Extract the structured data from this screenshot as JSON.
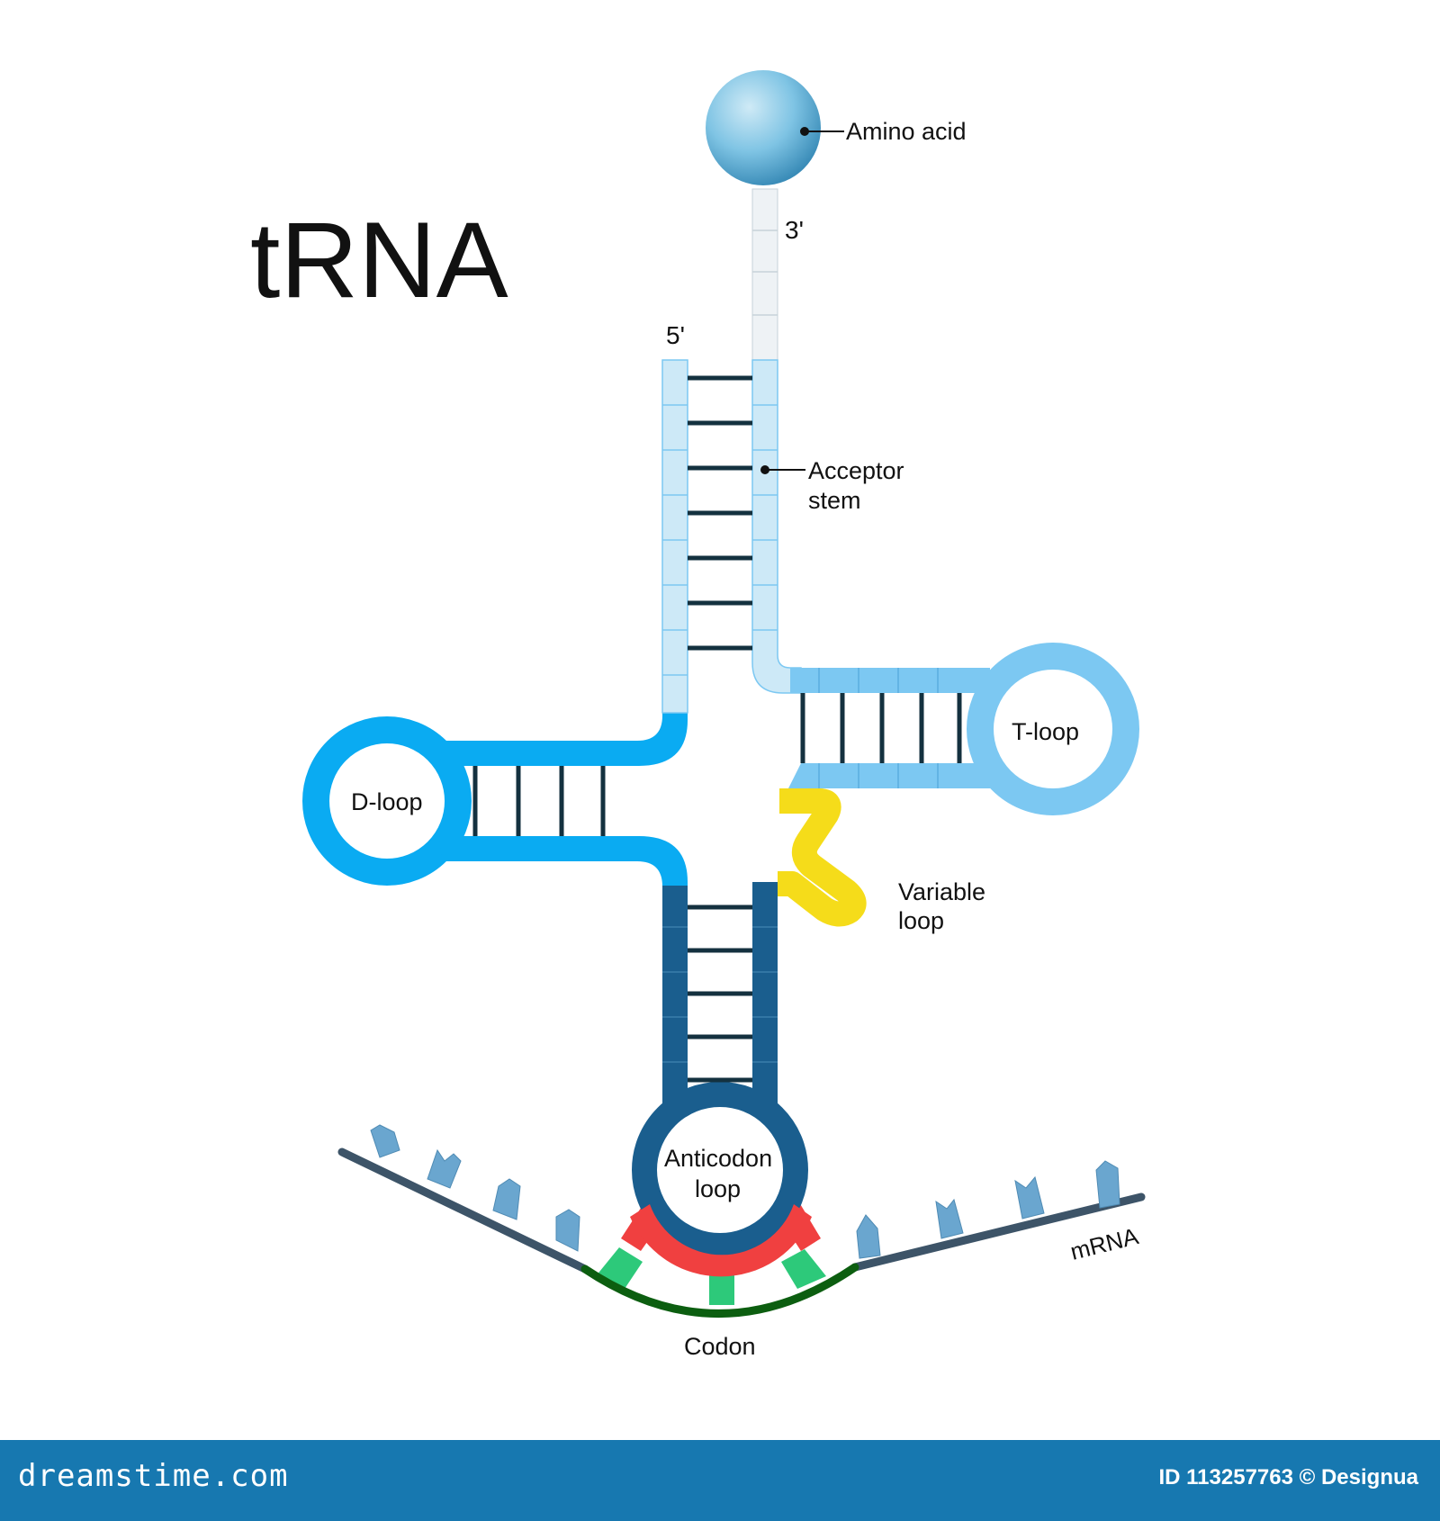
{
  "title": "tRNA",
  "labels": {
    "amino_acid": "Amino acid",
    "three_prime": "3'",
    "five_prime": "5'",
    "acceptor_stem_line1": "Acceptor",
    "acceptor_stem_line2": "stem",
    "d_loop": "D-loop",
    "t_loop": "T-loop",
    "variable_loop_line1": "Variable",
    "variable_loop_line2": "loop",
    "anticodon_loop_line1": "Anticodon",
    "anticodon_loop_line2": "loop",
    "mrna": "mRNA",
    "codon": "Codon"
  },
  "footer": {
    "brand": "dreamstime.com",
    "credit": "ID 113257763 © Designua"
  },
  "colors": {
    "acceptor_strand": "#cde9f7",
    "d_arm": "#0aabf2",
    "t_arm": "#7cc8f2",
    "anticodon_arm": "#1a5e8e",
    "variable_loop": "#f5dc1a",
    "anticodon_bases": "#f04040",
    "codon_bases": "#2dc97a",
    "codon_backbone": "#0c5e10",
    "mrna_backbone": "#3d5468",
    "mrna_bases": "#6aa6cf",
    "rungs": "#14313f",
    "footer_bg": "#1778b0"
  }
}
